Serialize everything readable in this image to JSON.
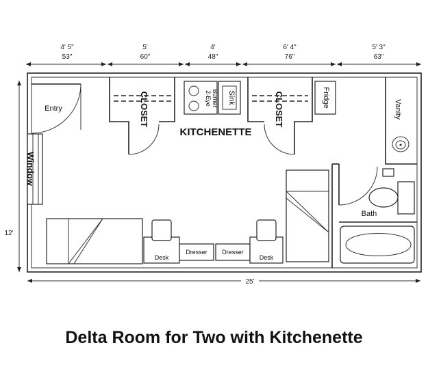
{
  "title": "Delta Room for Two with Kitchenette",
  "dimensions": {
    "top": [
      {
        "ft": "4' 5\"",
        "in": "53\""
      },
      {
        "ft": "5'",
        "in": "60\""
      },
      {
        "ft": "4'",
        "in": "48\""
      },
      {
        "ft": "6' 4\"",
        "in": "76\""
      },
      {
        "ft": "5' 3\"",
        "in": "63\""
      }
    ],
    "width": "25'",
    "height": "12'"
  },
  "labels": {
    "entry": "Entry",
    "window": "Window",
    "closet_left": "CLOSET",
    "closet_right": "CLOSET",
    "burner_line1": "2-Eye",
    "burner_line2": "Burner",
    "sink": "Sink",
    "kitchenette": "KITCHENETTE",
    "fridge": "Fridge",
    "vanity": "Vanity",
    "bath": "Bath",
    "desk_left": "Desk",
    "dresser_left": "Dresser",
    "dresser_right": "Dresser",
    "desk_right": "Desk"
  }
}
